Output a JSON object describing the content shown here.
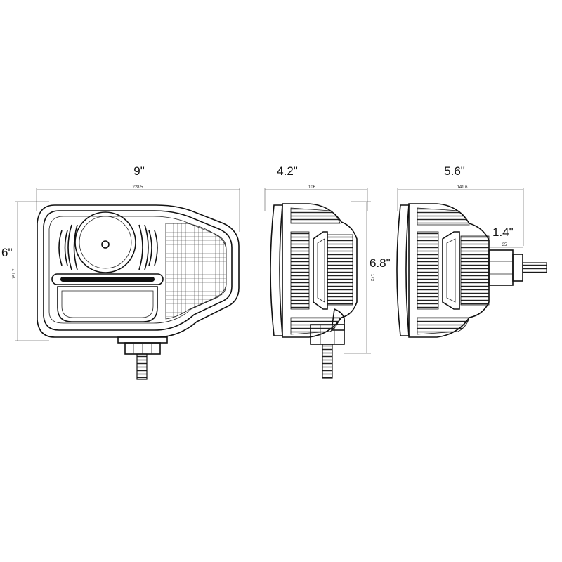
{
  "front_view": {
    "width_label": "9\"",
    "width_value": "228.5",
    "height_label": "6\"",
    "height_value": "151.7"
  },
  "side_view": {
    "width_label": "4.2\"",
    "width_value": "106",
    "height_label": "6.8\"",
    "height_value": "173"
  },
  "rear_view": {
    "width_label": "5.6\"",
    "width_value": "141.6",
    "bolt_label": "1.4\"",
    "bolt_value": "35"
  }
}
